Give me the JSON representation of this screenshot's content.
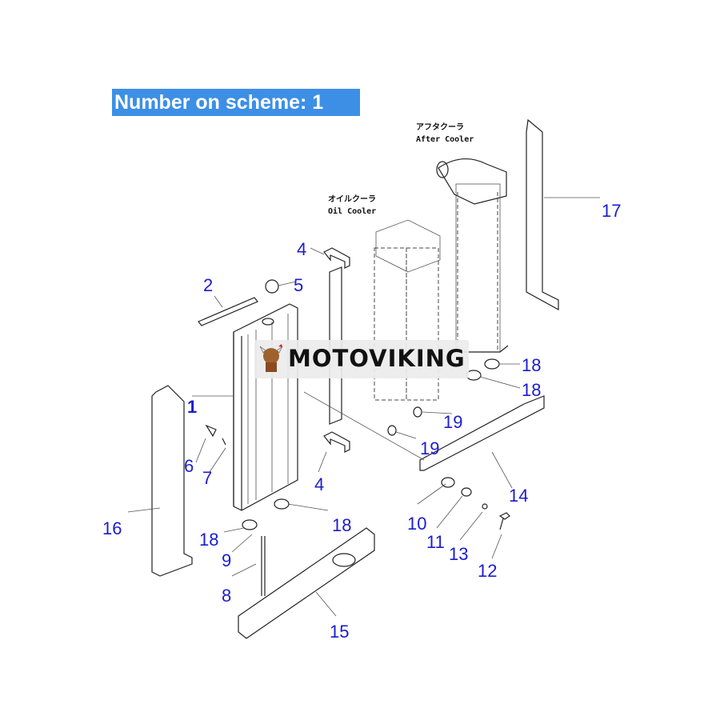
{
  "header": {
    "title": "Number on scheme: 1"
  },
  "annotations": {
    "after_cooler_jp": "アフタクーラ",
    "after_cooler_en": "After Cooler",
    "oil_cooler_jp": "オイルクーラ",
    "oil_cooler_en": "Oil Cooler"
  },
  "watermark": {
    "text": "MOTOVIKING"
  },
  "callouts": [
    "1",
    "2",
    "4",
    "5",
    "6",
    "7",
    "4",
    "16",
    "18",
    "9",
    "8",
    "18",
    "15",
    "10",
    "11",
    "13",
    "12",
    "14",
    "19",
    "19",
    "18",
    "18",
    "17"
  ],
  "colors": {
    "banner": "#3d8fe6",
    "callout": "#1c1ccf"
  }
}
